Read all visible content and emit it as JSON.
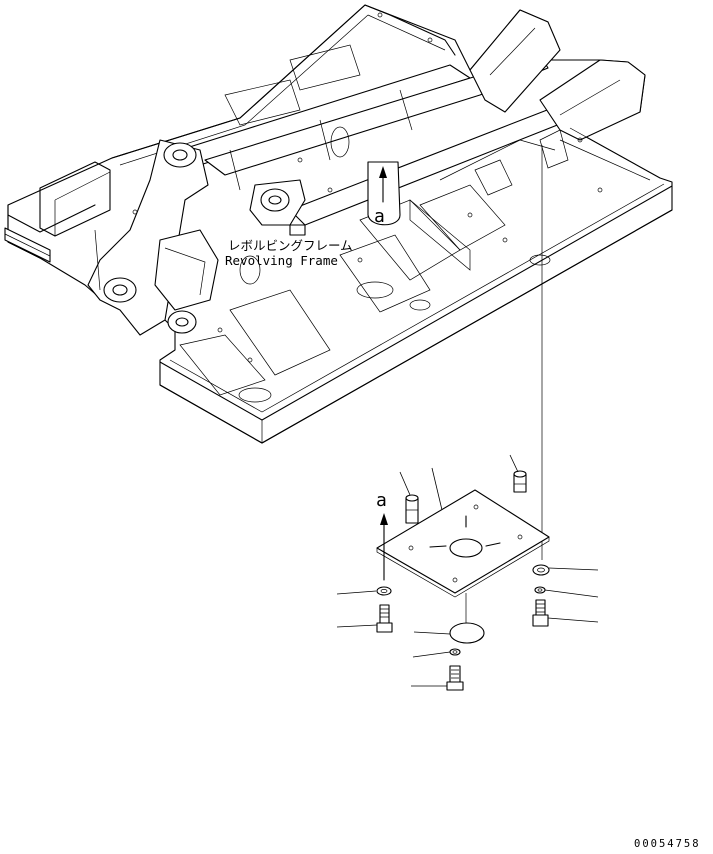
{
  "frame_label": {
    "jp": "レボルビングフレーム",
    "en": "Revolving Frame"
  },
  "detail_marker": "a",
  "drawing_number": "00054758"
}
